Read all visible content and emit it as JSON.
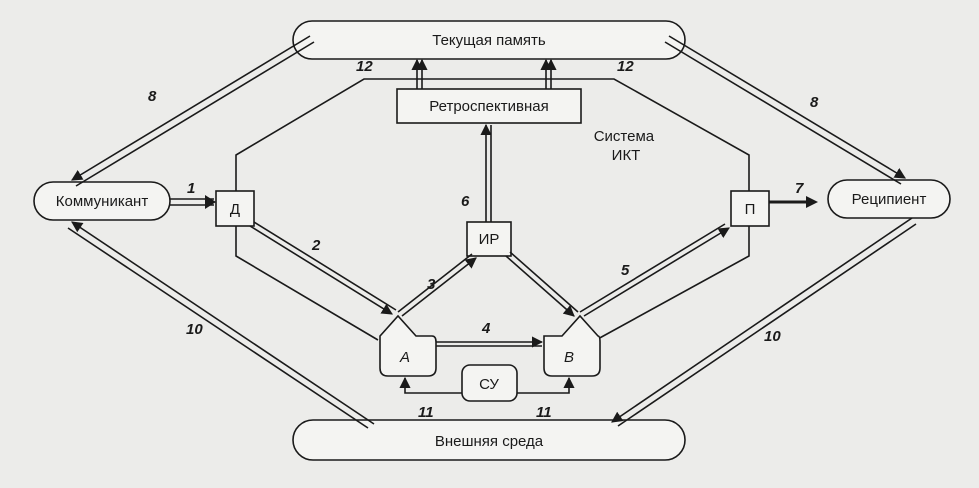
{
  "diagram": {
    "nodes": {
      "current_memory": "Текущая память",
      "retrospective": "Ретроспективная",
      "ict_system": "Система\nИКТ",
      "communicant": "Коммуникант",
      "recipient": "Реципиент",
      "d": "Д",
      "p": "П",
      "ir": "ИР",
      "a": "A",
      "b": "B",
      "su": "СУ",
      "external_env": "Внешняя среда"
    },
    "edge_labels": {
      "e1": "1",
      "e2": "2",
      "e3": "3",
      "e4": "4",
      "e5": "5",
      "e6": "6",
      "e7": "7",
      "e8_left": "8",
      "e8_right": "8",
      "e10_left": "10",
      "e10_right": "10",
      "e11_left": "11",
      "e11_right": "11",
      "e12_left": "12",
      "e12_right": "12"
    }
  }
}
